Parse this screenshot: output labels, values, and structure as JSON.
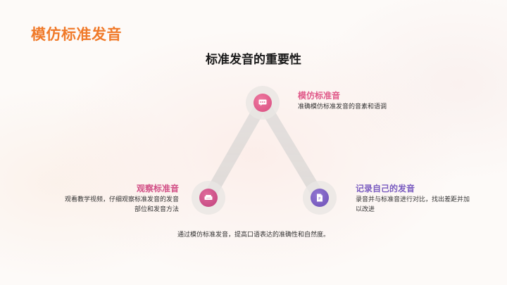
{
  "page": {
    "title": "模仿标准发音",
    "section_title": "标准发音的重要性"
  },
  "diagram": {
    "nodes": [
      {
        "id": "imitate",
        "title": "模仿标准音",
        "description": "准确模仿标准发音的音素和语调",
        "icon": "chat-bubble-icon",
        "color": "#e05a8a"
      },
      {
        "id": "observe",
        "title": "观察标准音",
        "description_line1": "观看教学视频，仔细观察标准发音的发音",
        "description_line2": "部位和发音方法",
        "icon": "sofa-icon",
        "color": "#c84c84"
      },
      {
        "id": "record",
        "title": "记录自己的发音",
        "description_line1": "录音并与标准音进行对比，找出差距并加",
        "description_line2": "以改进",
        "icon": "document-icon",
        "color": "#7a5cc0"
      }
    ]
  },
  "footer": {
    "summary": "通过模仿标准发音，提高口语表达的准确性和自然度。"
  },
  "colors": {
    "title_orange": "#f07a2a",
    "pink": "#e05a8a",
    "purple": "#7a5cc0"
  }
}
